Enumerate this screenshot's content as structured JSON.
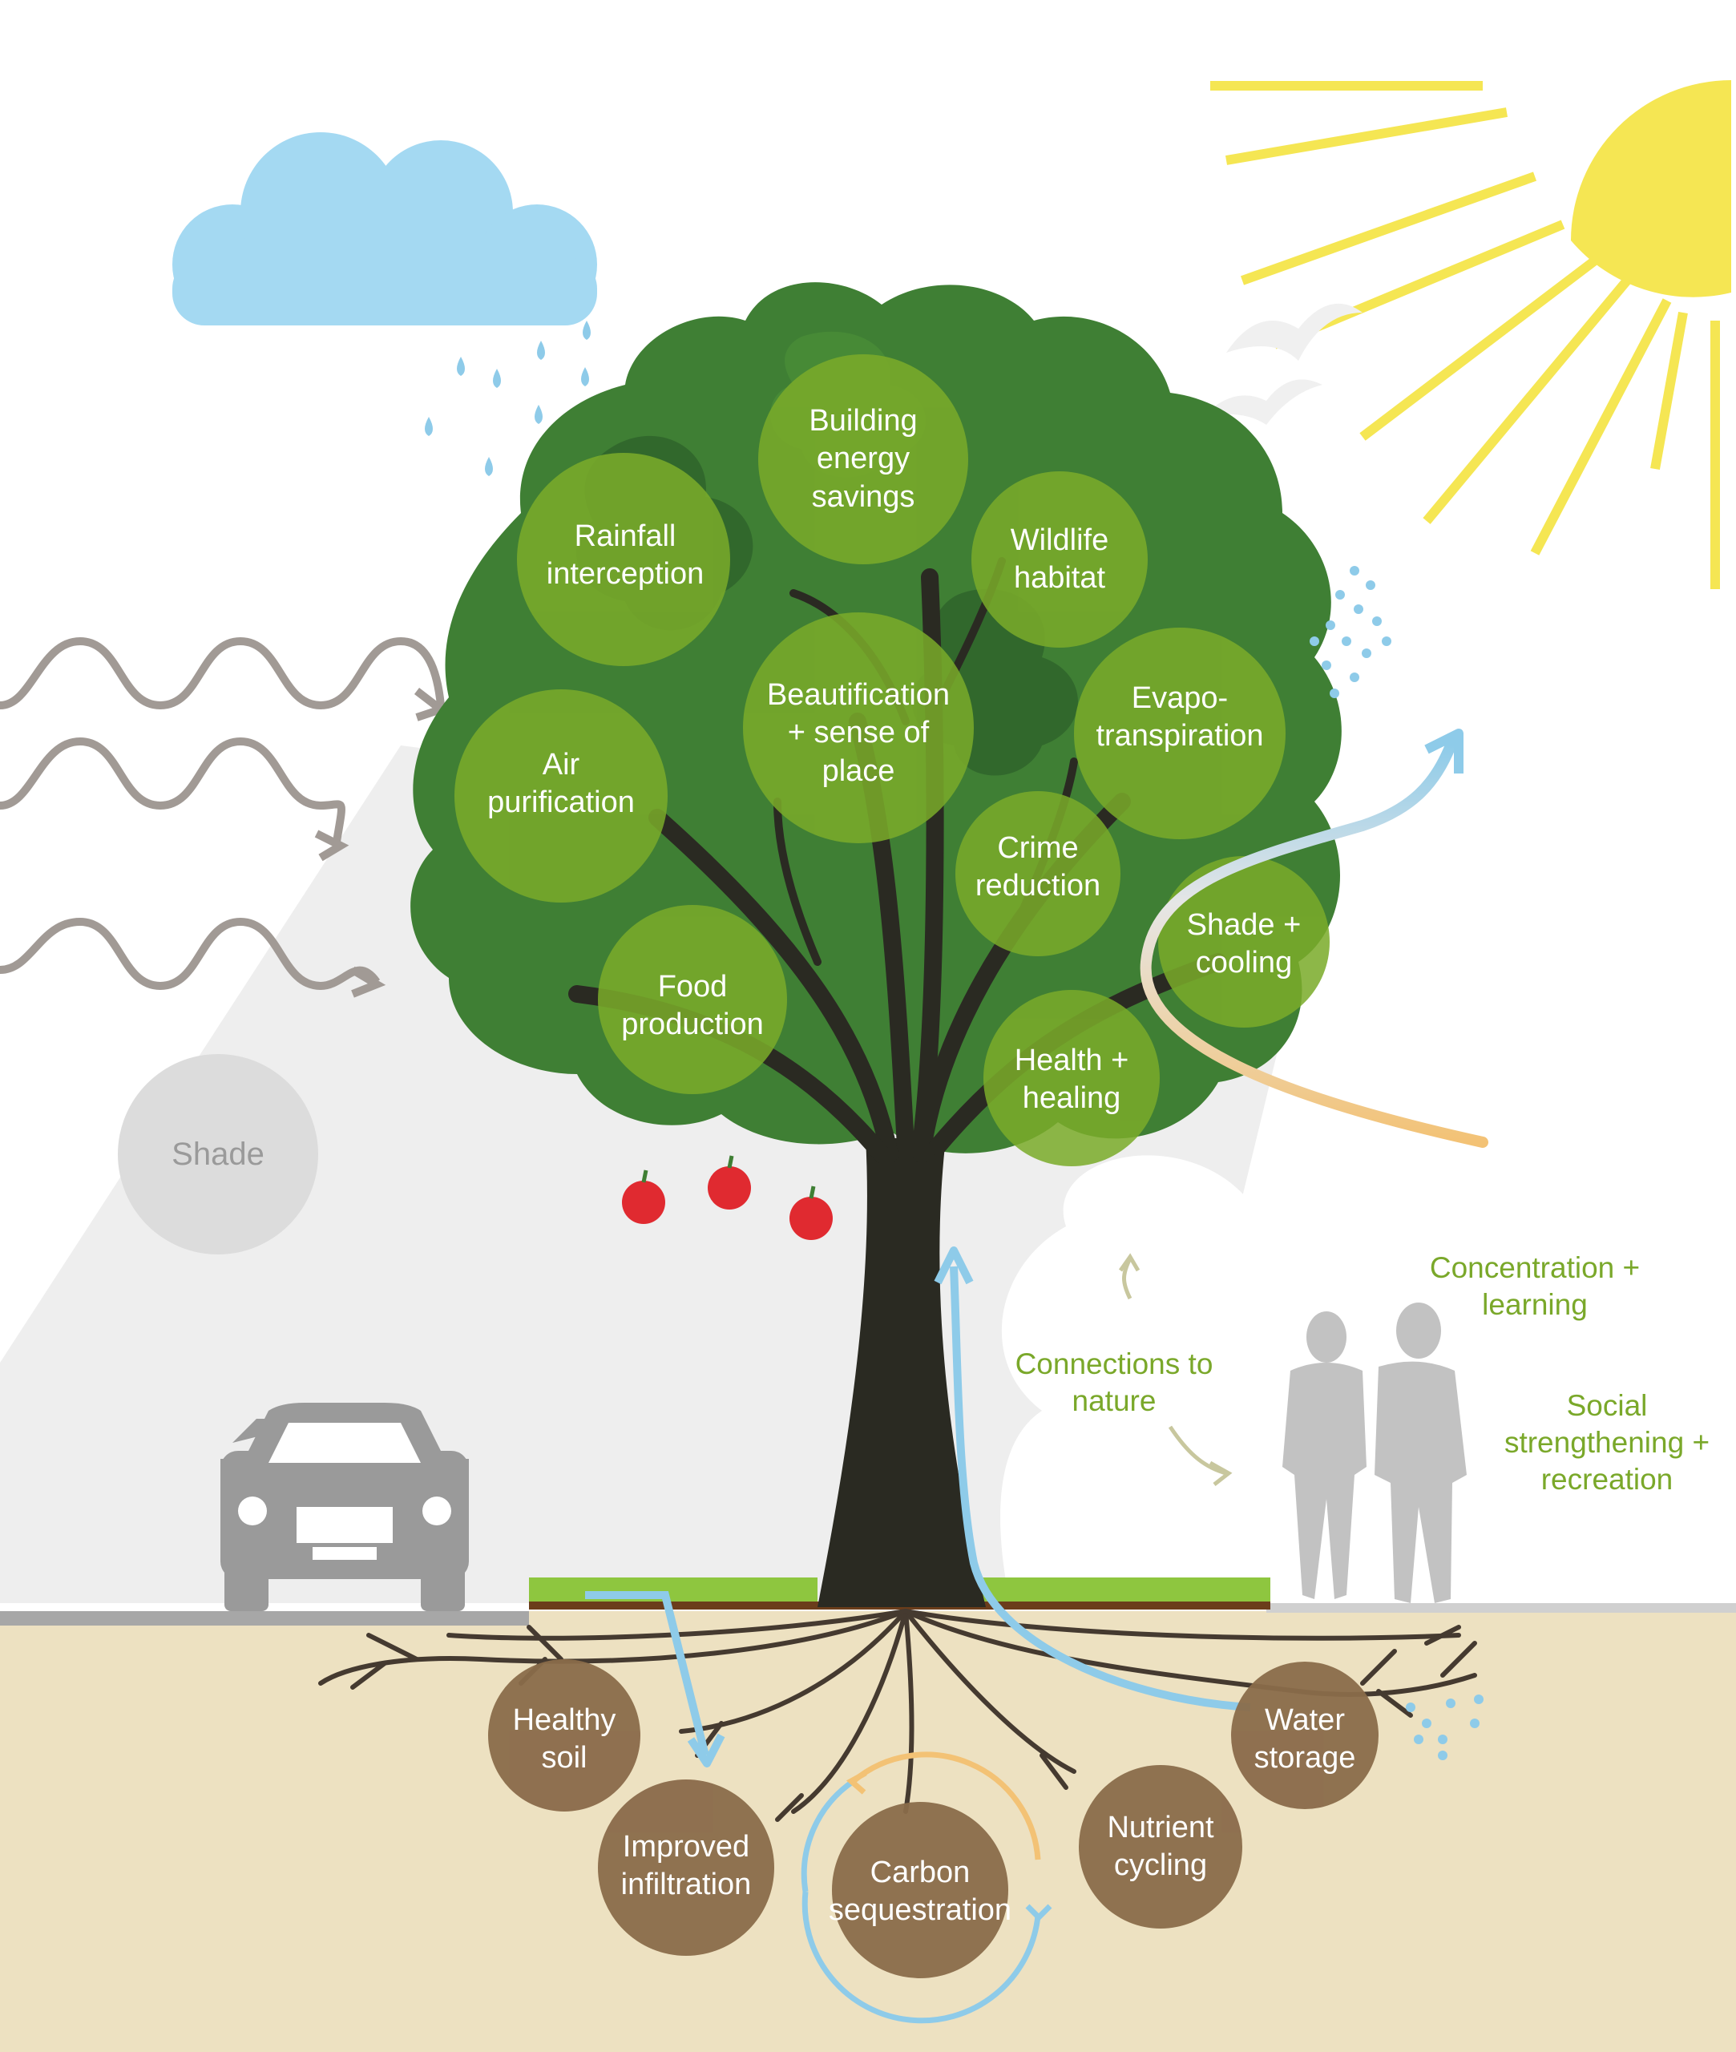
{
  "colors": {
    "canopy_dark": "#2c5e2a",
    "canopy": "#3f7f34",
    "canopy_light": "#4d9139",
    "benefit_circle": "#7aab2a",
    "trunk": "#2a2a22",
    "root_circle": "#8a6b4a",
    "soil": "#ede1c1",
    "ground_line": "#a7a7a7",
    "grass": "#8ec63f",
    "sun": "#f5e653",
    "cloud": "#a4d9f2",
    "rain": "#8ecbe9",
    "wave": "#a19a95",
    "shade_wedge": "#ededed",
    "shade_circle": "#dcdcdc",
    "people": "#c2c2c2",
    "car": "#9a9a9a",
    "apple": "#e02a30",
    "water_arrow": "#8ecbe9",
    "warm_arrow": "#f3c275",
    "green_text": "#7aa82a"
  },
  "canopy_benefits": [
    {
      "label": "Building\nenergy\nsavings"
    },
    {
      "label": "Rainfall\ninterception"
    },
    {
      "label": "Wildlife\nhabitat"
    },
    {
      "label": "Beautification\n+ sense of\nplace"
    },
    {
      "label": "Evapo-\ntranspiration"
    },
    {
      "label": "Air\npurification"
    },
    {
      "label": "Crime\nreduction"
    },
    {
      "label": "Shade  +\ncooling"
    },
    {
      "label": "Food\nproduction"
    },
    {
      "label": "Health +\nhealing"
    }
  ],
  "root_benefits": [
    {
      "label": "Healthy\nsoil"
    },
    {
      "label": "Water\nstorage"
    },
    {
      "label": "Improved\ninfiltration"
    },
    {
      "label": "Carbon\nsequestration"
    },
    {
      "label": "Nutrient\ncycling"
    }
  ],
  "social_benefits": [
    {
      "label": "Connections to\nnature"
    },
    {
      "label": "Concentration +\nlearning"
    },
    {
      "label": "Social\nstrengthening +\nrecreation"
    }
  ],
  "shade_label": "Shade",
  "icons": [
    "cloud-icon",
    "sun-icon",
    "car-icon",
    "people-icon",
    "apple-icon",
    "bird-icon"
  ]
}
